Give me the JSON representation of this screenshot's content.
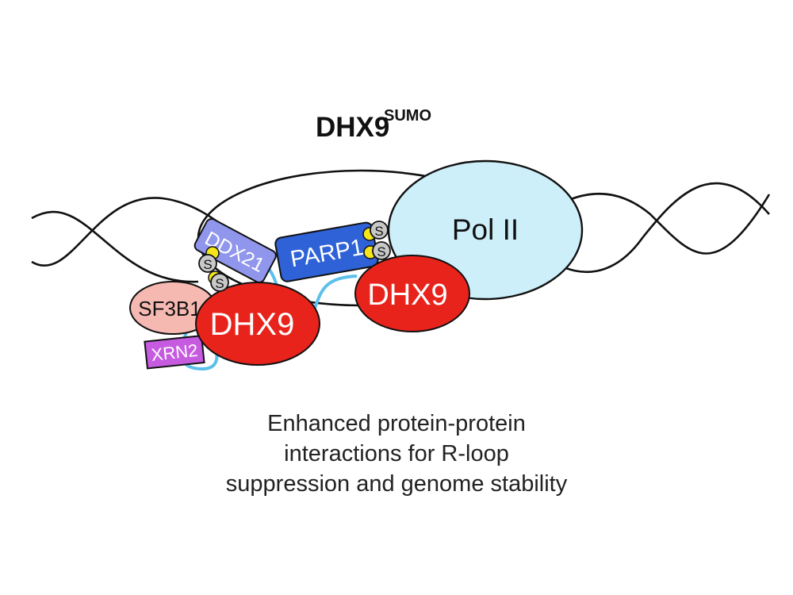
{
  "title": {
    "main": "DHX9",
    "superscript": "SUMO"
  },
  "proteins": {
    "pol2": "Pol II",
    "parp1": "PARP1",
    "ddx21": "DDX21",
    "sf3b1": "SF3B1",
    "xrn2": "XRN2",
    "dhx9_left": "DHX9",
    "dhx9_right": "DHX9"
  },
  "sumo_label": "S",
  "caption": [
    "Enhanced protein-protein",
    "interactions for R-loop",
    "suppression and genome stability"
  ],
  "colors": {
    "dna": "#111111",
    "rna_linker": "#5bc0eb",
    "pol2": "#cdeffa",
    "parp1": "#2f62d6",
    "ddx21": "#8f96ec",
    "sf3b1": "#f6b9b2",
    "xrn2": "#c65be0",
    "dhx9": "#e8231b",
    "sumo": "#c8c8c8",
    "sumo_yellow": "#f5e61c"
  }
}
